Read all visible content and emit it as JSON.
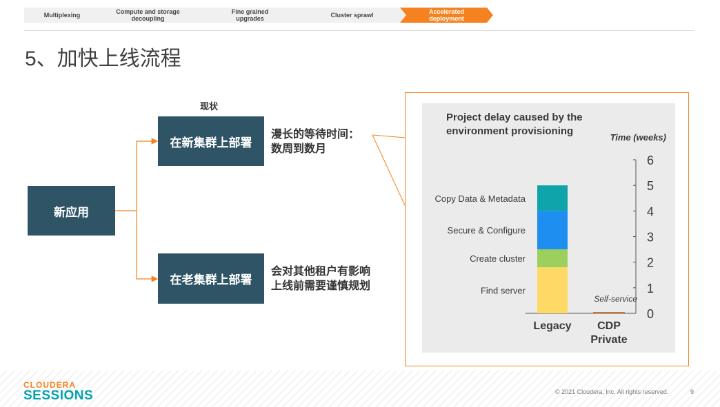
{
  "steps": [
    {
      "label": "Multiplexing",
      "active": false
    },
    {
      "label": "Compute and storage\ndecoupling",
      "active": false
    },
    {
      "label": "Fine grained\nupgrades",
      "active": false
    },
    {
      "label": "Cluster sprawl",
      "active": false
    },
    {
      "label": "Accelerated\ndeployment",
      "active": true
    }
  ],
  "page_title": "5、加快上线流程",
  "diagram": {
    "current_label": "现状",
    "source_box": "新应用",
    "option_new": "在新集群上部署",
    "option_old": "在老集群上部署",
    "desc_new": "漫长的等待时间：\n数周到数月",
    "desc_old": "会对其他租户有影响\n上线前需要谨慎规划"
  },
  "chart_data": {
    "type": "bar",
    "title": "Project delay caused by the environment provisioning",
    "ylabel": "Time (weeks)",
    "ylim": [
      0,
      6
    ],
    "yticks": [
      "0",
      "1",
      "2",
      "3",
      "4",
      "5",
      "6"
    ],
    "categories": [
      "Legacy",
      "CDP Private"
    ],
    "series": [
      {
        "name": "Find server",
        "values": [
          1.8,
          0
        ],
        "color": "#ffd966"
      },
      {
        "name": "Create cluster",
        "values": [
          0.7,
          0
        ],
        "color": "#9bd05c"
      },
      {
        "name": "Secure & Configure",
        "values": [
          1.5,
          0
        ],
        "color": "#1e8ff0"
      },
      {
        "name": "Copy Data & Metadata",
        "values": [
          1.0,
          0
        ],
        "color": "#0fa3aa"
      }
    ],
    "annotations": [
      {
        "text": "Self-service",
        "category": "CDP Private"
      }
    ],
    "cdp_marker_color": "#c0783c"
  },
  "footer": {
    "brand_top": "CLOUDERA",
    "brand_bottom": "SESSIONS",
    "copyright": "© 2021 Cloudera, Inc. All rights reserved.",
    "page_number": "9"
  }
}
